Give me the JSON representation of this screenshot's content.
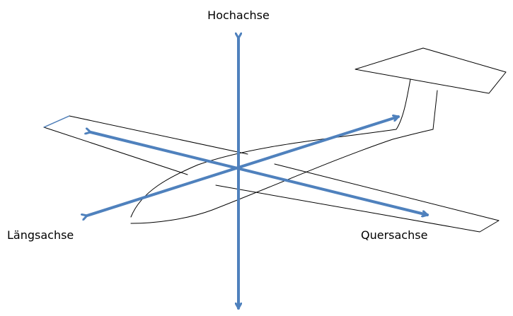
{
  "labels": {
    "vertical_axis": "Hochachse",
    "longitudinal_axis": "Längsachse",
    "lateral_axis": "Quersachse"
  },
  "colors": {
    "axis_arrow": "#4F81BD",
    "outline": "#000000",
    "background": "#FFFFFF"
  }
}
